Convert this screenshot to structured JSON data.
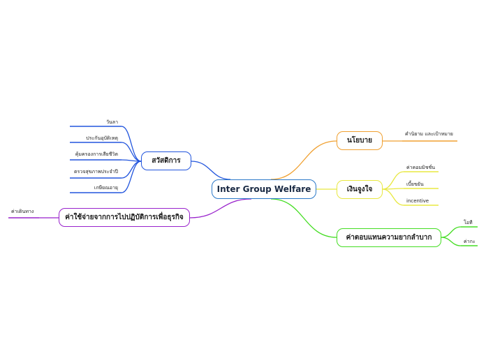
{
  "central": {
    "label": "Inter Group Welfare",
    "color": "#2a78c8"
  },
  "branches": {
    "policy": {
      "label": "นโยบาย",
      "color": "#f0a030",
      "leaves": [
        "คำนิยาม และเป้าหมาย"
      ]
    },
    "salary": {
      "label": "เงินจูงใจ",
      "color": "#e8e840",
      "leaves": [
        "ค่าคอมมิชชั่น",
        "เบี้ยขยัน",
        "incentive"
      ]
    },
    "compensation": {
      "label": "ค่าตอบแทนความยากลำบาก",
      "color": "#44dd22",
      "leaves": [
        "โอที",
        "ค่ากะ"
      ]
    },
    "welfare": {
      "label": "สวัสดิการ",
      "color": "#2255dd",
      "leaves": [
        "วันลา",
        "ประกันอุบัติเหตุ",
        "คุ้มครองการเสียชีวิต",
        "ตรวจสุขภาพประจำปี",
        "เกษียณอายุ"
      ]
    },
    "expenses": {
      "label": "ค่าใช้จ่ายจากการไปปฏิบัติการเพื่อธุรกิจ",
      "color": "#9922cc",
      "leaves": [
        "ค่าเดินทาง"
      ]
    }
  }
}
